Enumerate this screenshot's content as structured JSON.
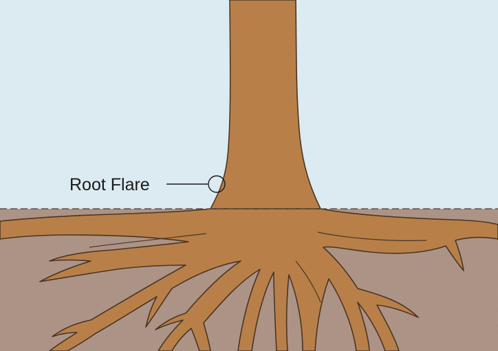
{
  "diagram": {
    "callout": {
      "label": "Root Flare"
    },
    "colors": {
      "sky": "#dcebf1",
      "soil": "#b59b8d",
      "soil_texture": "#a98f80",
      "wood": "#b88048",
      "wood_dark": "#9f6a37",
      "outline": "#4a3424",
      "ground_line": "#5e4c44",
      "callout_line": "#1a1a1a"
    },
    "elements": {
      "tree": "tree-trunk",
      "roots": "root-system",
      "ground": "ground-line-dashed"
    }
  }
}
